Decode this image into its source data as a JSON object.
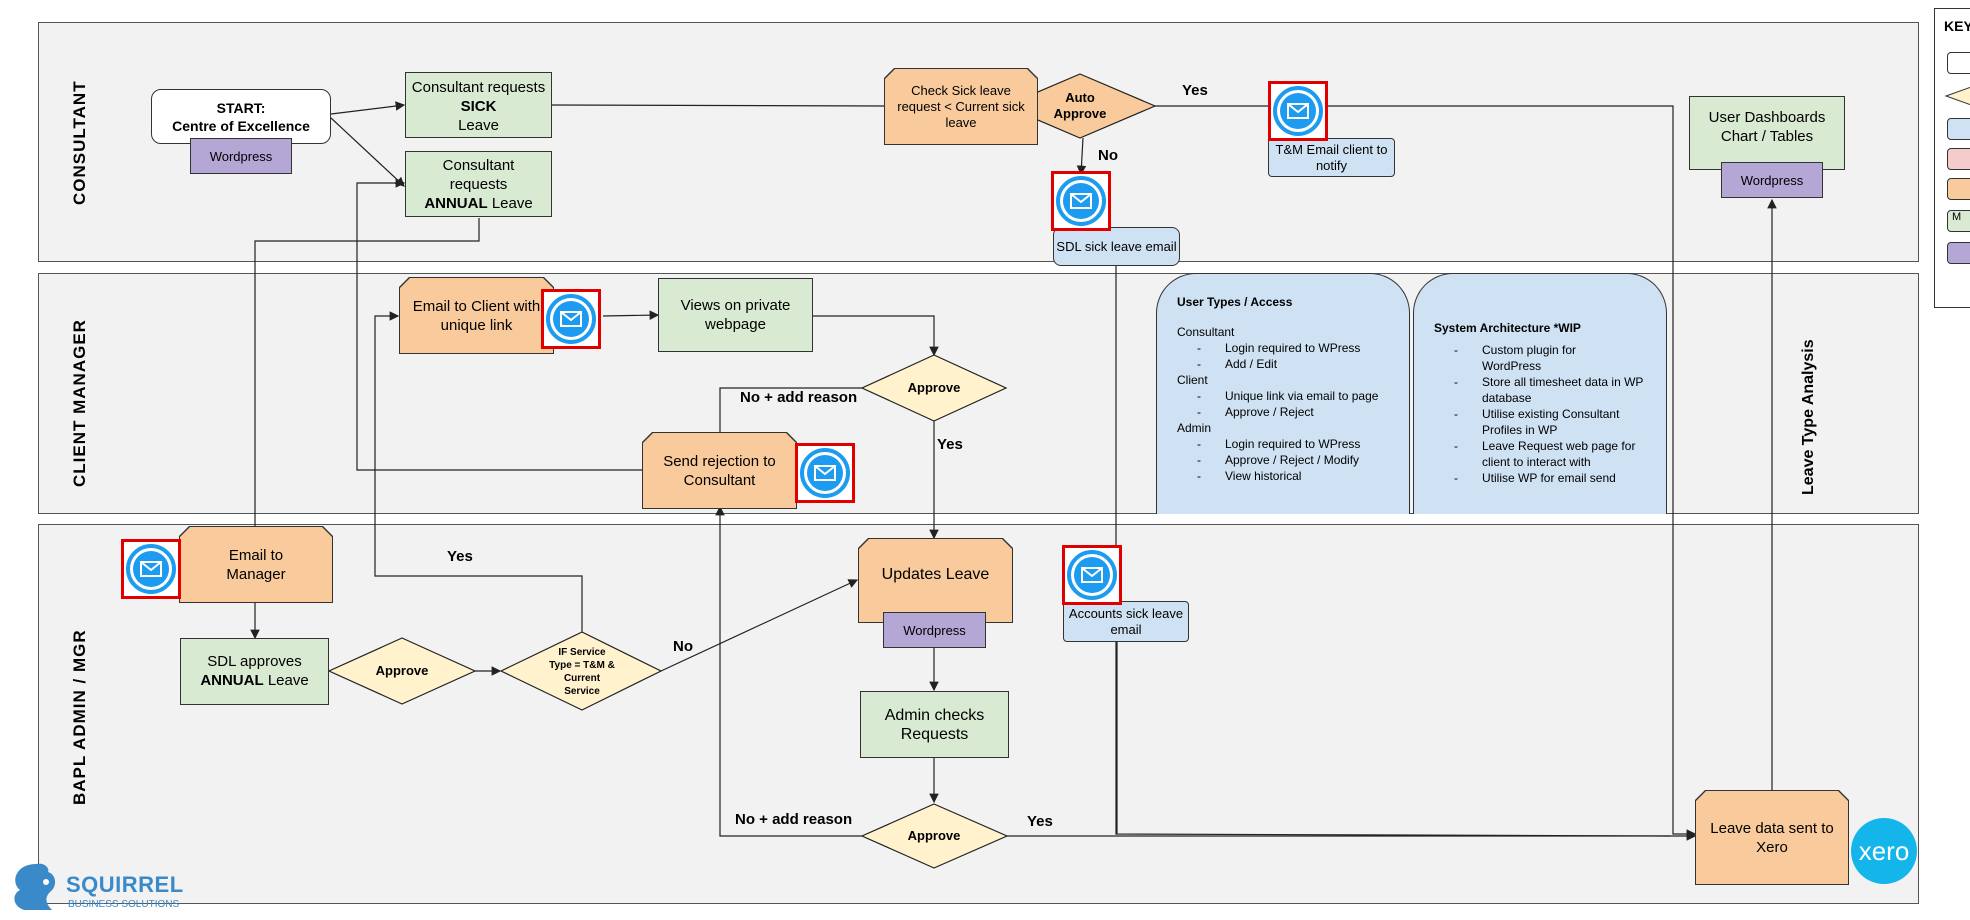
{
  "lanes": {
    "consultant": "CONSULTANT",
    "client_manager": "CLIENT MANAGER",
    "bapl_admin": "BAPL ADMIN / MGR"
  },
  "nodes": {
    "start_line1": "START:",
    "start_line2": "Centre of Excellence",
    "start_wp": "Wordpress",
    "sick_request": "Consultant requests",
    "sick_request_bold": "SICK",
    "sick_request_tail": "Leave",
    "annual_request_line1": "Consultant requests",
    "annual_request_bold": "ANNUAL",
    "annual_request_tail": "Leave",
    "check_sick": "Check Sick leave request < Current sick leave",
    "auto_approve": "Auto Approve",
    "tm_email": "T&M Email client to notify",
    "sdl_sick_email": "SDL sick leave email",
    "user_dash": "User Dashboards Chart / Tables",
    "user_dash_wp": "Wordpress",
    "email_client": "Email to Client with unique link",
    "views_private": "Views on private webpage",
    "cm_approve": "Approve",
    "send_rejection": "Send rejection to Consultant",
    "email_manager": "Email to Manager",
    "sdl_approves_line1": "SDL approves",
    "sdl_approves_bold": "ANNUAL",
    "sdl_approves_tail": "Leave",
    "bapl_approve": "Approve",
    "if_service": "IF Service Type = T&M & Current Service",
    "updates_leave": "Updates Leave",
    "updates_wp": "Wordpress",
    "admin_checks": "Admin checks Requests",
    "admin_approve": "Approve",
    "accounts_sick": "Accounts sick leave email",
    "leave_xero": "Leave data sent to Xero"
  },
  "edge_labels": {
    "yes_auto": "Yes",
    "no_auto": "No",
    "no_reason_cm": "No + add reason",
    "yes_cm": "Yes",
    "yes_if": "Yes",
    "no_if": "No",
    "no_reason_admin": "No + add reason",
    "yes_admin": "Yes"
  },
  "user_types": {
    "title": "User Types / Access",
    "groups": [
      {
        "name": "Consultant",
        "items": [
          "Login required to WPress",
          "Add / Edit"
        ]
      },
      {
        "name": "Client",
        "items": [
          "Unique link via email to page",
          "Approve / Reject"
        ]
      },
      {
        "name": "Admin",
        "items": [
          "Login required to WPress",
          "Approve / Reject / Modify",
          "View historical"
        ]
      }
    ]
  },
  "system_arch": {
    "title": "System Architecture *WIP",
    "items": [
      "Custom plugin for WordPress",
      "Store all timesheet data in WP database",
      "Utilise existing Consultant Profiles in WP",
      "Leave Request web page for client to interact with",
      "Utilise WP for email send"
    ]
  },
  "side_label": "Leave Type Analysis",
  "key": {
    "title": "KEY",
    "visible_letter": "M"
  },
  "logo": {
    "name": "SQUIRREL",
    "sub": "BUSINESS SOLUTIONS"
  },
  "xero": "xero",
  "colors": {
    "green": "#d9ead3",
    "orange": "#f9cb9c",
    "blue": "#cfe2f3",
    "purple": "#b4a7d6",
    "diamond": "#fff2cc",
    "mail_border": "#e00000",
    "mail_icon": "#1d9bf0"
  },
  "icons": [
    "email-icon",
    "squirrel-logo-icon",
    "xero-logo-icon"
  ]
}
